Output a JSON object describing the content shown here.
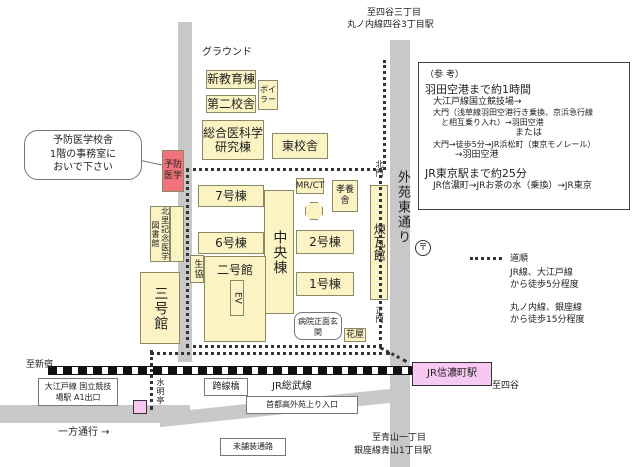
{
  "top_station": {
    "line1": "至四谷三丁目",
    "line2": "丸ノ内線四谷3丁目駅"
  },
  "bottom_station": {
    "line1": "至青山一丁目",
    "line2": "銀座線青山1丁目駅"
  },
  "labels": {
    "ground": "グラウンド",
    "to_shinjuku": "至新宿",
    "to_yotsuya": "至四谷",
    "jr_sobu": "JR総武線",
    "crossing_bridge": "跨線橋",
    "one_way": "一方通行 →",
    "unpaved": "未舗装通路",
    "expressway": "首都高外苑上り入口",
    "gaien_street": "外苑東通り",
    "north_gate": "北門",
    "main_gate": "正門",
    "hospital_entrance": "病院正面玄関",
    "jr_shinanomachi": "JR信濃町駅",
    "mizuakira": "水明亭",
    "oedo_station": "大江戸線 国立競技場駅 A1出口"
  },
  "callout": {
    "line1": "予防医学校舎",
    "line2": "1階の事務室に",
    "line3": "おいで下さい"
  },
  "buildings": {
    "shinkyoiku": "新教育棟",
    "boiler": "ボイラー",
    "daini_kosha": "第二校舎",
    "sogo_iryo": "総合医科学研究棟",
    "tou_kosha": "東校舎",
    "yobo_igaku": "予防医学",
    "b7": "7号棟",
    "mrct": "MR/CT",
    "kouyou": "孝養舎",
    "renga": "煉瓦館",
    "hokuri": "北里記念医学図書館",
    "b6": "6号棟",
    "b2": "2号棟",
    "seikyo": "生協",
    "chuo": "中央棟",
    "b1": "1号棟",
    "nigo": "二号館",
    "ev": "EV",
    "sango": "三号館",
    "kaden": "花屋"
  },
  "reference": {
    "title": "（参 考）",
    "haneda": "羽田空港まで約1時間",
    "haneda_lines": [
      "大江戸線国立競技場→",
      "大門（浅草線羽田空港行き乗換、京浜急行線",
      "と相互乗り入れ）→羽田空港",
      "または",
      "大門→徒歩5分→JR浜松町（東京モノレール）",
      "→羽田空港"
    ],
    "tokyo": "JR東京駅まで約25分",
    "tokyo_line": "JR信濃町→JRお茶の水（乗換）→JR東京"
  },
  "legend": {
    "title": "道順",
    "lines": [
      "JR線、大江戸線",
      "から徒歩5分程度",
      "",
      "丸ノ内線、銀座線",
      "から徒歩15分程度"
    ]
  },
  "colors": {
    "building": "#fbf3c4",
    "road": "#c8c8c8",
    "highlight": "#f2727b",
    "station": "#f7c8f1"
  }
}
